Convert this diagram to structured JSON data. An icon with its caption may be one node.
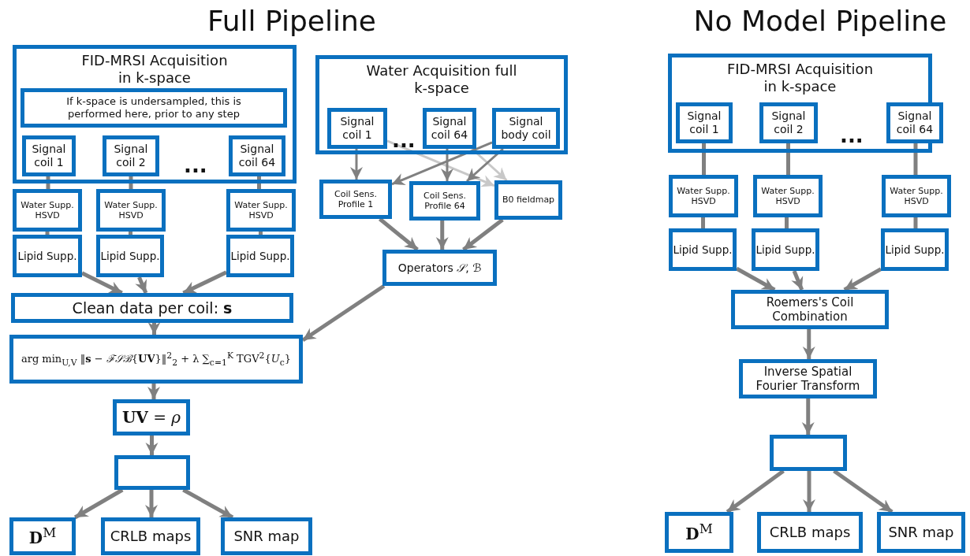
{
  "diagram": {
    "nodes": [
      {
        "text": [
          "FID-MRSI Acquisition in k-space"
        ]
      },
      {
        "text": [
          "If k-space is undersampled, this is performed here, prior to any step"
        ],
        "in": 0
      },
      {
        "text": [
          "Signal coil 1"
        ],
        "in": 0
      },
      {
        "text": [
          "Signal coil 2"
        ],
        "in": 0
      },
      {
        "text": [
          "Signal coil 64"
        ],
        "in": 0
      },
      {
        "text": [
          "Water Supp. HSVD"
        ]
      },
      {
        "text": [
          "Water Supp. HSVD"
        ]
      },
      {
        "text": [
          "Water Supp. HSVD"
        ]
      },
      {
        "text": [
          "Lipid Supp."
        ]
      },
      {
        "text": [
          "Lipid Supp."
        ]
      },
      {
        "text": [
          "Lipid Supp."
        ]
      },
      {
        "text": [
          "Water Acquisition full k-space"
        ]
      },
      {
        "text": [
          "Signal coil 1"
        ],
        "in": 11
      },
      {
        "text": [
          "Signal coil 64"
        ],
        "in": 11
      },
      {
        "text": [
          "Signal body coil"
        ],
        "in": 11
      },
      {
        "text": [
          "Coil Sens. Profile 1"
        ]
      },
      {
        "text": [
          "Coil Sens. Profile 64"
        ]
      },
      {
        "text": [
          "B0 fieldmap"
        ]
      },
      {
        "text": [
          "Operators *𝒮*, *ℬ*"
        ]
      },
      {
        "text": [
          "Clean data per coil: **s**"
        ]
      },
      {
        "text": [
          "arg min$_{U,V}$ ‖**s** − *ℱ𝒮ℬ*{**UV**}‖$^{2}$$_{2}$ + λ ∑$_{c=1}$$^{K}$ TGV$^{2}${*U*$_{c}$}"
        ]
      },
      {
        "text": [
          "**UV** = *ρ*"
        ]
      },
      {
        "text": [],
        "shape": "box"
      },
      {
        "text": [
          "**D**$^{M}$"
        ]
      },
      {
        "text": [
          "CRLB maps"
        ]
      },
      {
        "text": [
          "SNR map"
        ]
      },
      {
        "text": [
          "FID-MRSI Acquisition in k-space"
        ]
      },
      {
        "text": [
          "Signal coil 1"
        ],
        "in": 26
      },
      {
        "text": [
          "Signal coil 2"
        ],
        "in": 26
      },
      {
        "text": [
          "Signal coil 64"
        ],
        "in": 26
      },
      {
        "text": [
          "Water Supp. HSVD"
        ]
      },
      {
        "text": [
          "Water Supp. HSVD"
        ]
      },
      {
        "text": [
          "Water Supp. HSVD"
        ]
      },
      {
        "text": [
          "Lipid Supp."
        ]
      },
      {
        "text": [
          "Lipid Supp."
        ]
      },
      {
        "text": [
          "Lipid Supp."
        ]
      },
      {
        "text": [
          "Roemers's Coil Combination"
        ]
      },
      {
        "text": [
          "Inverse Spatial Fourier Transform"
        ]
      },
      {
        "text": [],
        "shape": "box"
      },
      {
        "text": [
          "**D**$^{M}$"
        ]
      },
      {
        "text": [
          "CRLB maps"
        ]
      },
      {
        "text": [
          "SNR map"
        ]
      }
    ],
    "edges": [
      {
        "from": 2,
        "to": 5,
        "arrow": "none"
      },
      {
        "from": 3,
        "to": 6,
        "arrow": "none"
      },
      {
        "from": 4,
        "to": 7,
        "arrow": "none"
      },
      {
        "from": 5,
        "to": 8,
        "arrow": "none"
      },
      {
        "from": 6,
        "to": 9,
        "arrow": "none"
      },
      {
        "from": 7,
        "to": 10,
        "arrow": "none"
      },
      {
        "from": 8,
        "to": 19,
        "arrow": "to"
      },
      {
        "from": 9,
        "to": 19,
        "arrow": "to"
      },
      {
        "from": 10,
        "to": 19,
        "arrow": "to"
      },
      {
        "from": 12,
        "to": 15,
        "arrow": "to"
      },
      {
        "from": 12,
        "to": 17,
        "arrow": "to",
        "color": "#c8c8c8"
      },
      {
        "from": 13,
        "to": 16,
        "arrow": "to"
      },
      {
        "from": 13,
        "to": 17,
        "arrow": "to",
        "color": "#c8c8c8"
      },
      {
        "from": 14,
        "to": 15,
        "arrow": "to"
      },
      {
        "from": 14,
        "to": 16,
        "arrow": "to"
      },
      {
        "from": 15,
        "to": 18,
        "arrow": "to"
      },
      {
        "from": 16,
        "to": 18,
        "arrow": "to"
      },
      {
        "from": 17,
        "to": 18,
        "arrow": "to"
      },
      {
        "from": 19,
        "to": 20,
        "arrow": "to"
      },
      {
        "from": 18,
        "to": 20,
        "arrow": "to"
      },
      {
        "from": 20,
        "to": 21,
        "arrow": "to"
      },
      {
        "from": 21,
        "to": 22,
        "arrow": "to"
      },
      {
        "from": 22,
        "to": 23,
        "arrow": "to"
      },
      {
        "from": 22,
        "to": 24,
        "arrow": "to"
      },
      {
        "from": 22,
        "to": 25,
        "arrow": "to"
      },
      {
        "from": 27,
        "to": 30,
        "arrow": "none"
      },
      {
        "from": 28,
        "to": 31,
        "arrow": "none"
      },
      {
        "from": 29,
        "to": 32,
        "arrow": "none"
      },
      {
        "from": 30,
        "to": 33,
        "arrow": "none"
      },
      {
        "from": 31,
        "to": 34,
        "arrow": "none"
      },
      {
        "from": 32,
        "to": 35,
        "arrow": "none"
      },
      {
        "from": 33,
        "to": 36,
        "arrow": "to"
      },
      {
        "from": 34,
        "to": 36,
        "arrow": "to"
      },
      {
        "from": 35,
        "to": 36,
        "arrow": "to"
      },
      {
        "from": 36,
        "to": 37,
        "arrow": "to"
      },
      {
        "from": 37,
        "to": 38,
        "arrow": "to"
      },
      {
        "from": 38,
        "to": 39,
        "arrow": "to"
      },
      {
        "from": 38,
        "to": 40,
        "arrow": "to"
      },
      {
        "from": 38,
        "to": 41,
        "arrow": "to"
      }
    ],
    "labels": [
      "Full Pipeline",
      "No Model Pipeline",
      "...",
      "...",
      "..."
    ]
  }
}
